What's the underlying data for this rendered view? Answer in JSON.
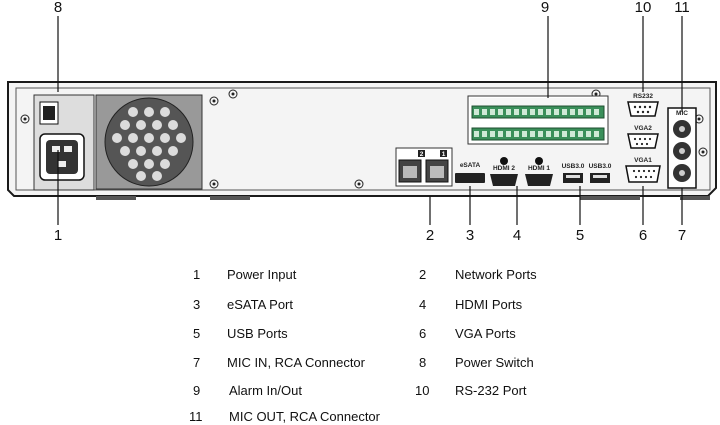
{
  "callouts": {
    "top": [
      {
        "num": "8"
      },
      {
        "num": "9"
      },
      {
        "num": "10"
      },
      {
        "num": "11"
      }
    ],
    "bottom": [
      {
        "num": "1"
      },
      {
        "num": "2"
      },
      {
        "num": "3"
      },
      {
        "num": "4"
      },
      {
        "num": "5"
      },
      {
        "num": "6"
      },
      {
        "num": "7"
      }
    ]
  },
  "panel_labels": {
    "esata": "eSATA",
    "hdmi2": "HDMI 2",
    "hdmi1": "HDMI 1",
    "usb_a": "USB3.0",
    "usb_b": "USB3.0",
    "rs232": "RS232",
    "vga2": "VGA2",
    "vga1": "VGA1",
    "mic": "MIC",
    "lan1": "1",
    "lan2": "2"
  },
  "legend": [
    {
      "num": "1",
      "desc": "Power Input"
    },
    {
      "num": "2",
      "desc": "Network Ports"
    },
    {
      "num": "3",
      "desc": "eSATA Port"
    },
    {
      "num": "4",
      "desc": "HDMI Ports"
    },
    {
      "num": "5",
      "desc": "USB Ports"
    },
    {
      "num": "6",
      "desc": "VGA Ports"
    },
    {
      "num": "7",
      "desc": "MIC IN, RCA Connector"
    },
    {
      "num": "8",
      "desc": "Power Switch"
    },
    {
      "num": "9",
      "desc": "Alarm In/Out"
    },
    {
      "num": "10",
      "desc": "RS-232 Port"
    },
    {
      "num": "11",
      "desc": "MIC OUT, RCA Connector"
    }
  ],
  "colors": {
    "panel_fill": "#f2f2f2",
    "panel_stroke": "#1a1a1a",
    "terminal_green": "#2e9b57",
    "line": "#111111"
  }
}
